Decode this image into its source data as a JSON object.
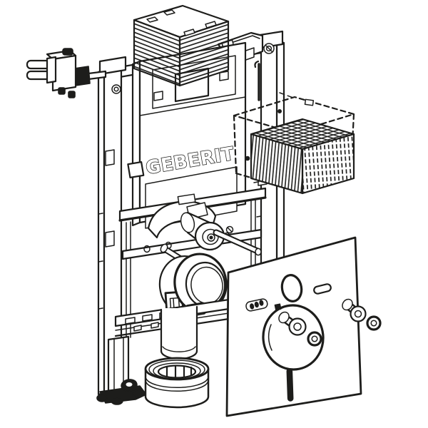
{
  "figure": {
    "type": "technical-line-drawing",
    "background_color": "#ffffff",
    "line_color": "#1d1d1b"
  },
  "brand": {
    "logo_text": "GEBERIT"
  },
  "parts": [
    "wall-anchor-bracket",
    "mounting-frame-rails",
    "concealed-cistern",
    "corrugated-protective-cover",
    "flush-plate-inspection-opening",
    "protection-box",
    "protection-box-dashed-mounting-position",
    "water-supply-valve",
    "wc-fixing-rods",
    "outlet-bend",
    "outlet-pipe",
    "pipe-connector-sleeve",
    "sound-insulation-mat",
    "fixing-bolts-and-washers",
    "floor-foot"
  ]
}
